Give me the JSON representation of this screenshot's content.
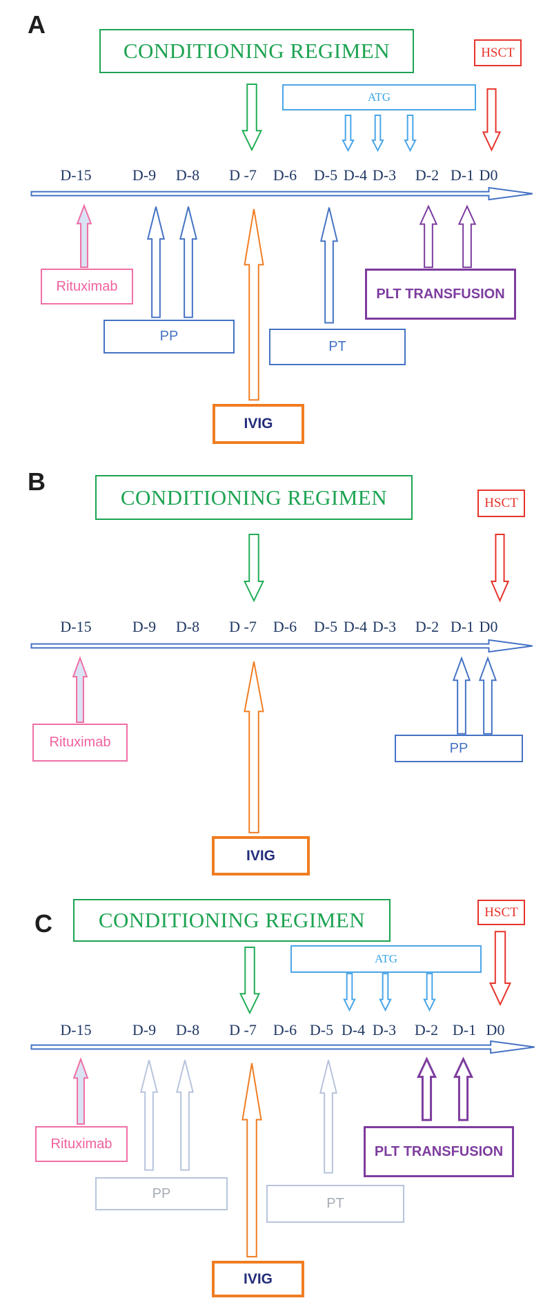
{
  "days": [
    "D-15",
    "D-9",
    "D-8",
    "D -7",
    "D-6",
    "D-5",
    "D-4",
    "D-3",
    "D-2",
    "D-1",
    "D0"
  ],
  "panels": [
    {
      "label": "A",
      "title": "CONDITIONING REGIMEN",
      "hsct": "HSCT",
      "atg": "ATG",
      "rituximab": "Rituximab",
      "pp": "PP",
      "pt": "PT",
      "plt": "PLT TRANSFUSION",
      "ivig": "IVIG"
    },
    {
      "label": "B",
      "title": "CONDITIONING REGIMEN",
      "hsct": "HSCT",
      "rituximab": "Rituximab",
      "pp": "PP",
      "ivig": "IVIG"
    },
    {
      "label": "C",
      "title": "CONDITIONING REGIMEN",
      "hsct": "HSCT",
      "atg": "ATG",
      "rituximab": "Rituximab",
      "pp": "PP",
      "pt": "PT",
      "plt": "PLT TRANSFUSION",
      "ivig": "IVIG"
    }
  ],
  "colors": {
    "green": "#1ca351",
    "red": "#e6332a",
    "steel_blue": "#4472c4",
    "light_blue": "#4aa5e8",
    "pink": "#f06fa5",
    "orange": "#f07d22",
    "purple": "#7d3c9e",
    "navy_text": "#203864",
    "ivig_text": "#232d7b",
    "faded_gray_blue": "#b8c4dc",
    "pale_arrow_fill": "#dae3f3"
  }
}
